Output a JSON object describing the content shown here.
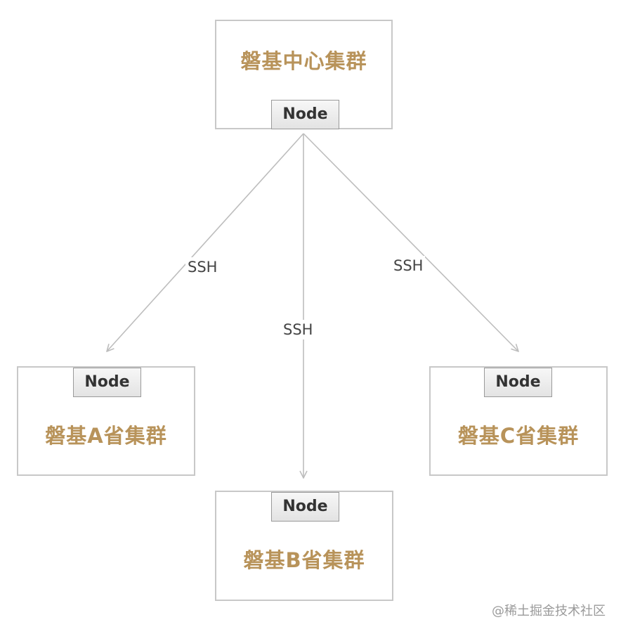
{
  "clusters": {
    "center": {
      "title": "磐基中心集群",
      "node_label": "Node"
    },
    "a": {
      "title": "磐基A省集群",
      "node_label": "Node"
    },
    "b": {
      "title": "磐基B省集群",
      "node_label": "Node"
    },
    "c": {
      "title": "磐基C省集群",
      "node_label": "Node"
    }
  },
  "edges": [
    {
      "from": "center",
      "to": "a",
      "label": "SSH"
    },
    {
      "from": "center",
      "to": "b",
      "label": "SSH"
    },
    {
      "from": "center",
      "to": "c",
      "label": "SSH"
    }
  ],
  "watermark": "@稀土掘金技术社区",
  "colors": {
    "title": "#b8935a",
    "border": "#c8c8c8",
    "edge": "#bdbdbd",
    "node_text": "#333333"
  }
}
